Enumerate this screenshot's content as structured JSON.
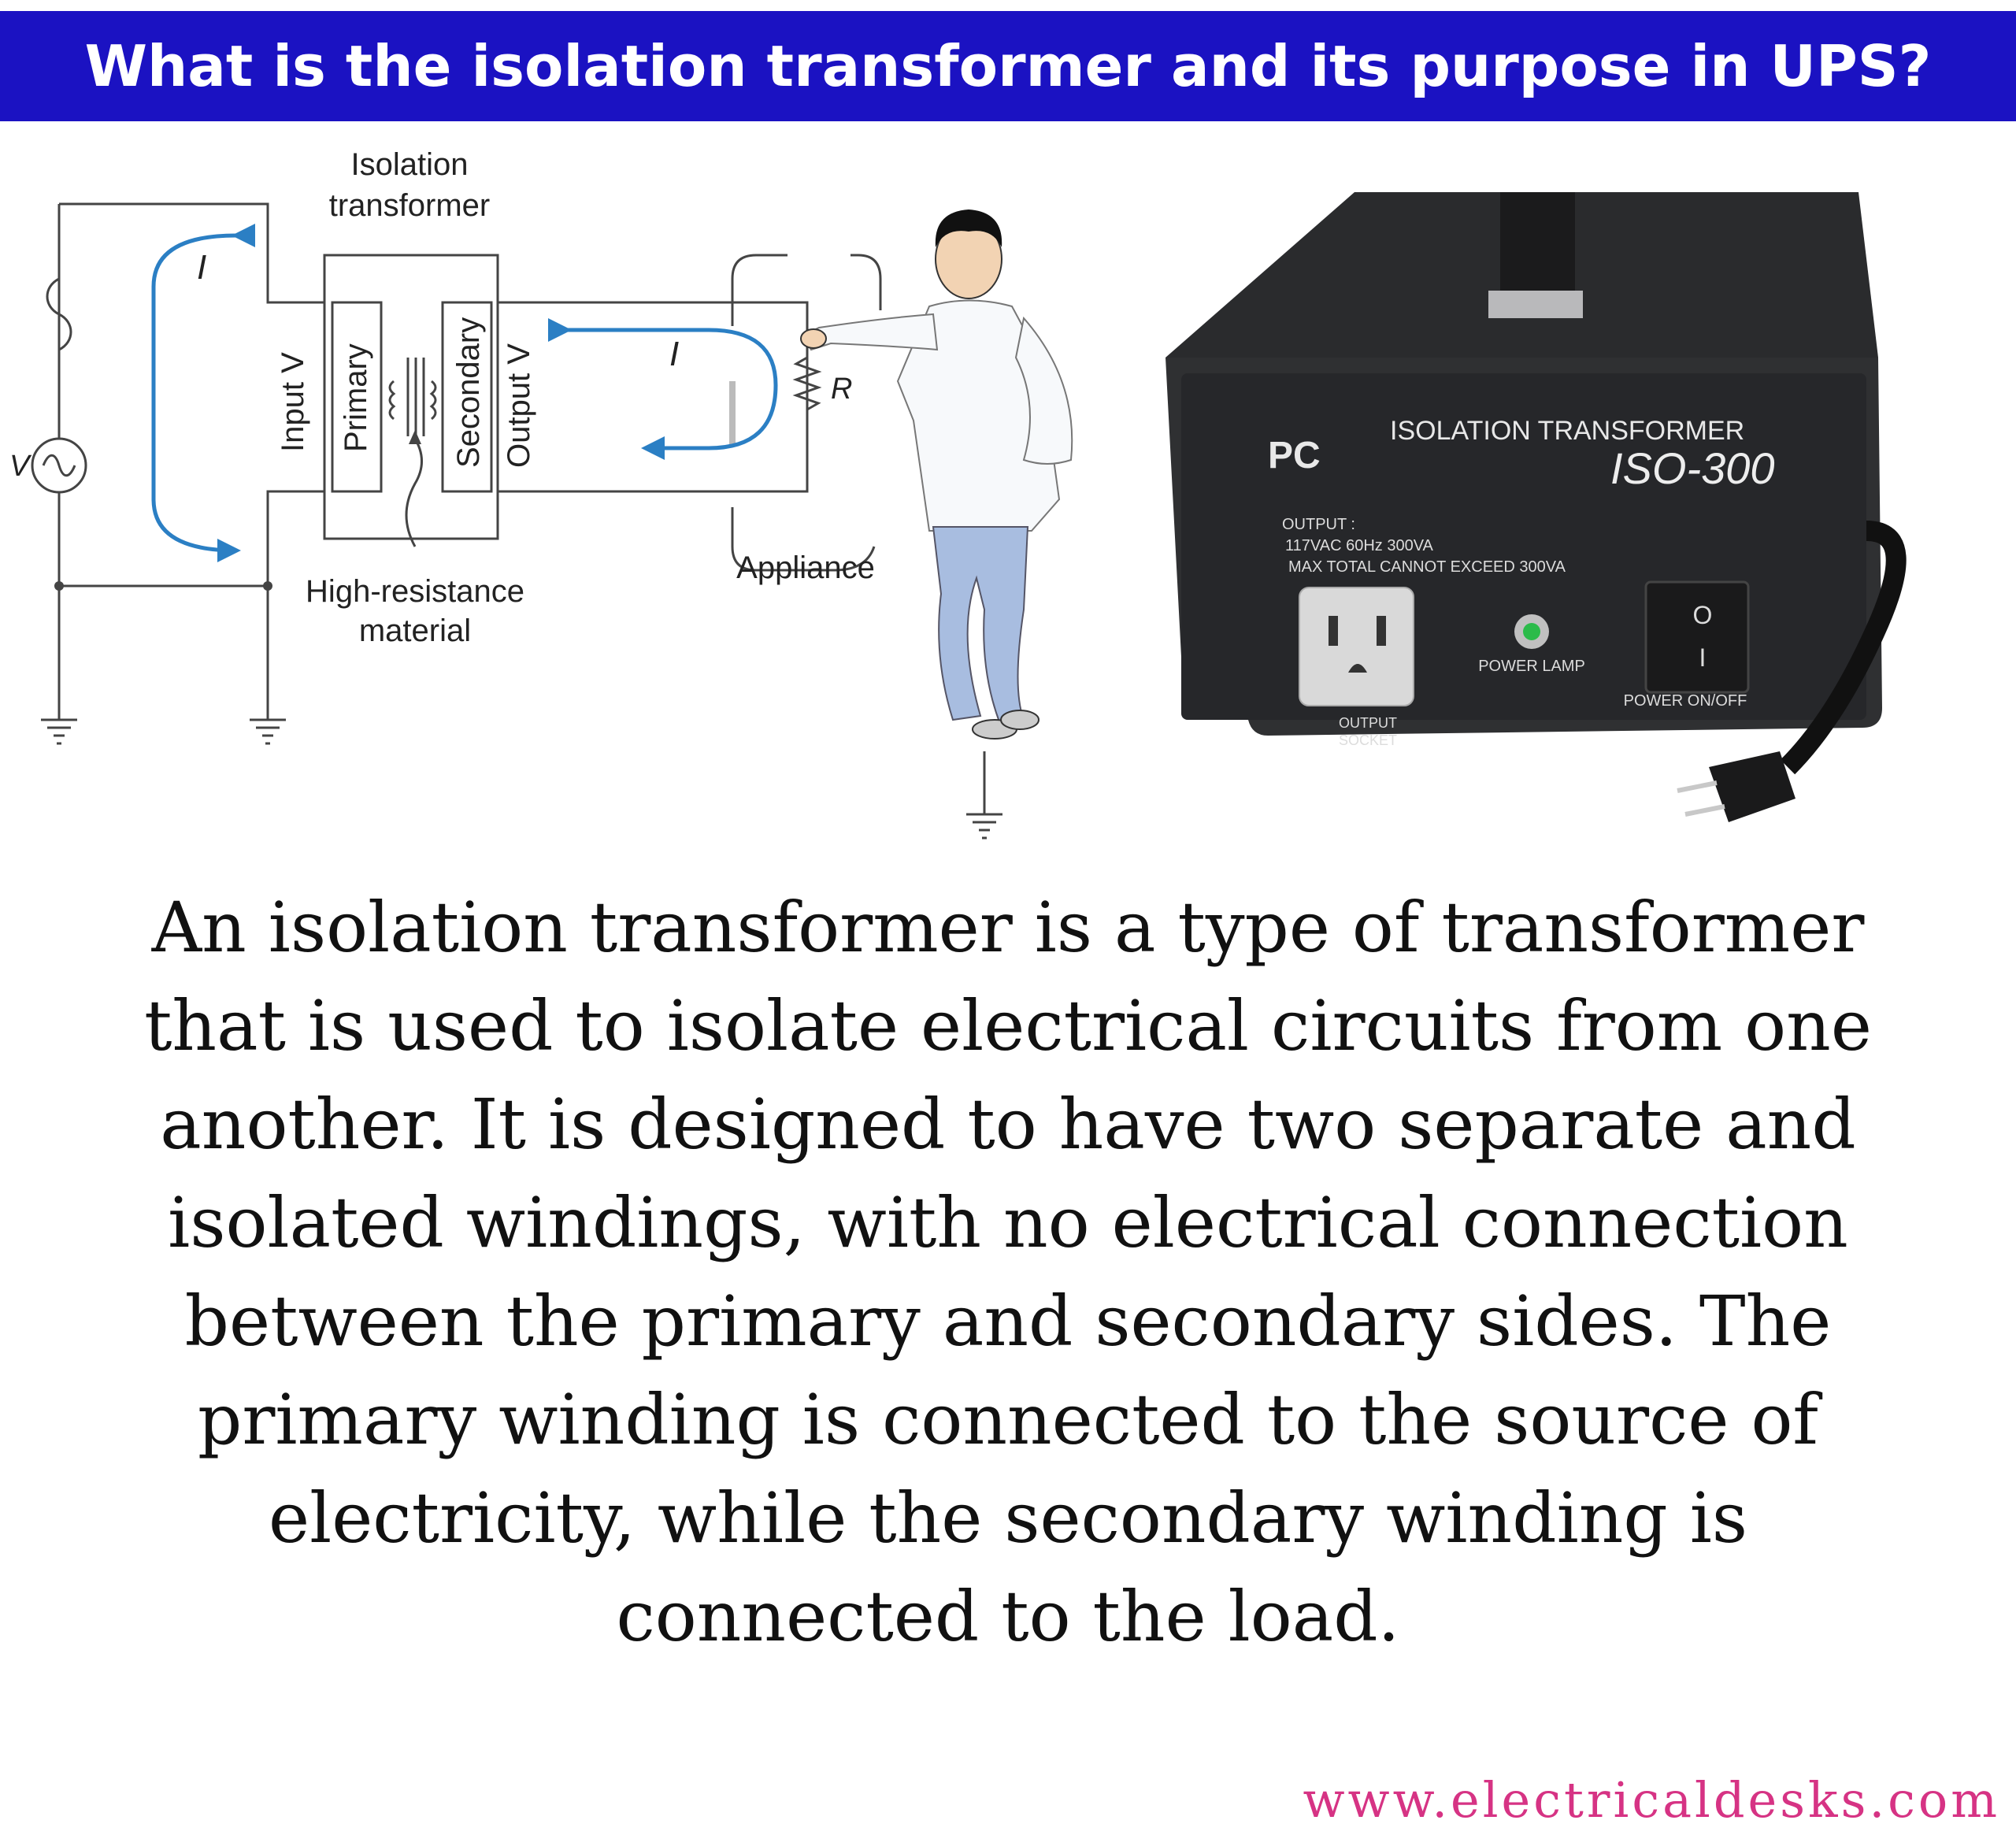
{
  "header": {
    "title": "What is the isolation transformer and its purpose in UPS?"
  },
  "diagram": {
    "label_isolation": "Isolation",
    "label_transformer": "transformer",
    "label_input_v": "Input V",
    "label_primary": "Primary",
    "label_secondary": "Secondary",
    "label_output_v": "Output V",
    "label_current_left": "I",
    "label_current_right": "I",
    "label_resistor": "R",
    "label_source_v": "V",
    "label_appliance": "Appliance",
    "label_high_resistance": "High-resistance",
    "label_material": "material"
  },
  "product": {
    "brand_logo": "PC",
    "title_line1": "ISOLATION TRANSFORMER",
    "model": "ISO-300",
    "output_label": "OUTPUT :",
    "output_spec": "117VAC 60Hz 300VA",
    "output_max": "MAX TOTAL CANNOT EXCEED 300VA",
    "power_lamp": "POWER LAMP",
    "socket_line1": "OUTPUT",
    "socket_line2": "SOCKET",
    "switch_label": "POWER ON/OFF",
    "switch_on": "I",
    "switch_off": "O"
  },
  "body": {
    "paragraph": "An isolation transformer is a type of transformer that is used to isolate electrical circuits from one another. It is designed to have two separate and isolated windings, with no electrical connection between the primary and secondary sides. The primary winding is connected to the source of electricity, while the secondary winding is connected to the load."
  },
  "footer": {
    "url": "www.electricaldesks.com"
  },
  "colors": {
    "banner": "#1b12c2",
    "current_arrow": "#2b7fc4",
    "footer_url": "#d63384"
  }
}
